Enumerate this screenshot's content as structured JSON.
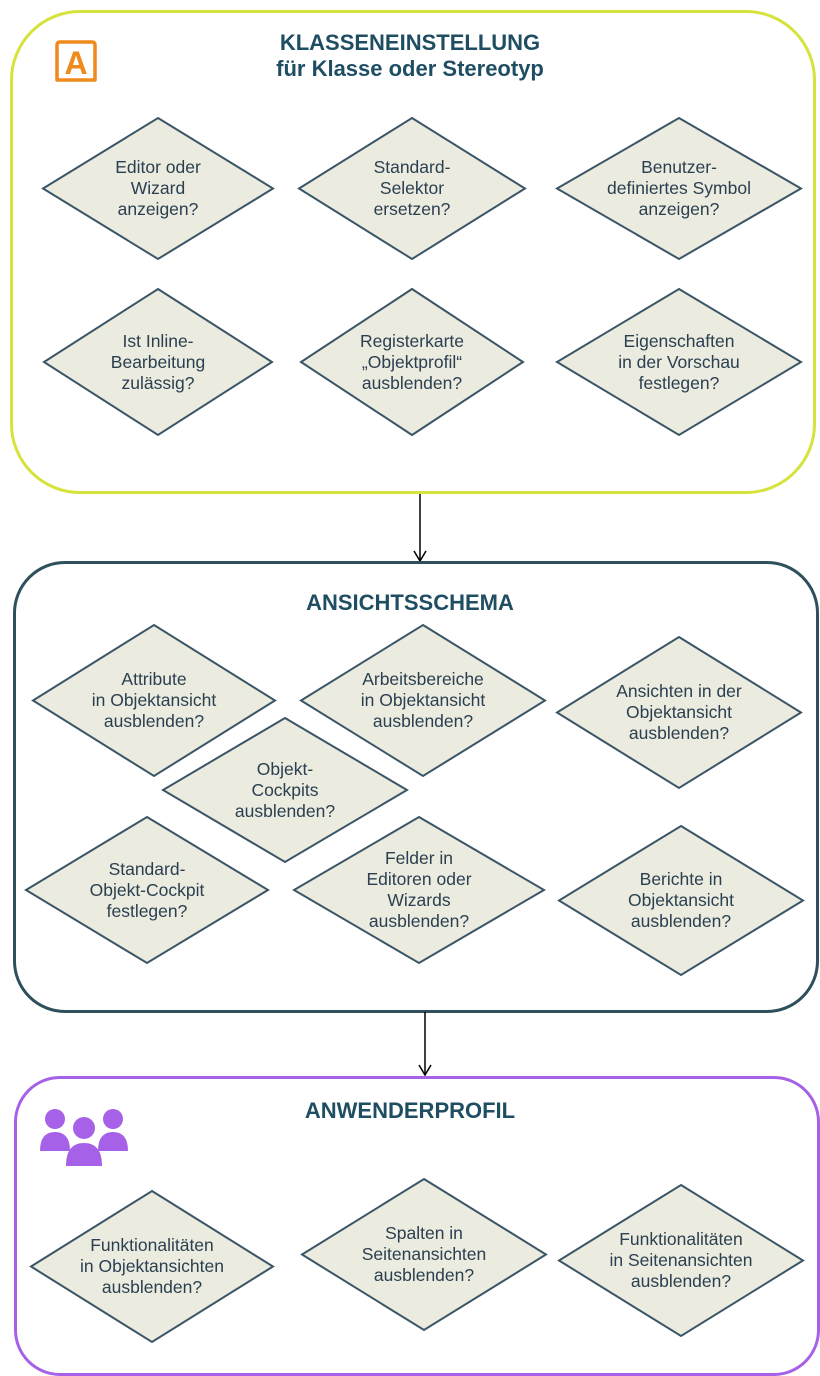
{
  "colors": {
    "panel1_border": "#d5e33c",
    "panel2_border": "#2e4f5b",
    "panel3_border": "#a661e8",
    "title_text": "#1f4e63",
    "diamond_fill": "#ebebdf",
    "diamond_stroke": "#3a5566",
    "label_text": "#2a3f50",
    "icon_a": "#ef8a1c",
    "icon_users": "#a661e8",
    "arrow": "#000000"
  },
  "panels": [
    {
      "title_lines": [
        "KLASSENEINSTELLUNG",
        "für Klasse oder Stereotyp"
      ],
      "icon": "letter-a-icon",
      "icon_letter": "A",
      "diamonds": [
        {
          "lines": [
            "Editor oder",
            "Wizard",
            "anzeigen?"
          ]
        },
        {
          "lines": [
            "Standard-",
            "Selektor",
            "ersetzen?"
          ]
        },
        {
          "lines": [
            "Benutzer-",
            "definiertes Symbol",
            "anzeigen?"
          ]
        },
        {
          "lines": [
            "Ist Inline-",
            "Bearbeitung",
            "zulässig?"
          ]
        },
        {
          "lines": [
            "Registerkarte",
            "„Objektprofil“",
            "ausblenden?"
          ]
        },
        {
          "lines": [
            "Eigenschaften",
            "in der Vorschau",
            "festlegen?"
          ]
        }
      ]
    },
    {
      "title_lines": [
        "ANSICHTSSCHEMA"
      ],
      "diamonds": [
        {
          "lines": [
            "Attribute",
            "in Objektansicht",
            "ausblenden?"
          ]
        },
        {
          "lines": [
            "Arbeitsbereiche",
            "in Objektansicht",
            "ausblenden?"
          ]
        },
        {
          "lines": [
            "Ansichten in der",
            "Objektansicht",
            "ausblenden?"
          ]
        },
        {
          "lines": [
            "Objekt-",
            "Cockpits",
            "ausblenden?"
          ]
        },
        {
          "lines": [
            "Standard-",
            "Objekt-Cockpit",
            "festlegen?"
          ]
        },
        {
          "lines": [
            "Felder in",
            "Editoren oder",
            "Wizards",
            "ausblenden?"
          ]
        },
        {
          "lines": [
            "Berichte in",
            "Objektansicht",
            "ausblenden?"
          ]
        }
      ]
    },
    {
      "title_lines": [
        "ANWENDERPROFIL"
      ],
      "icon": "users-group-icon",
      "diamonds": [
        {
          "lines": [
            "Funktionalitäten",
            "in Objektansichten",
            "ausblenden?"
          ]
        },
        {
          "lines": [
            "Spalten in",
            "Seitenansichten",
            "ausblenden?"
          ]
        },
        {
          "lines": [
            "Funktionalitäten",
            "in Seitenansichten",
            "ausblenden?"
          ]
        }
      ]
    }
  ]
}
